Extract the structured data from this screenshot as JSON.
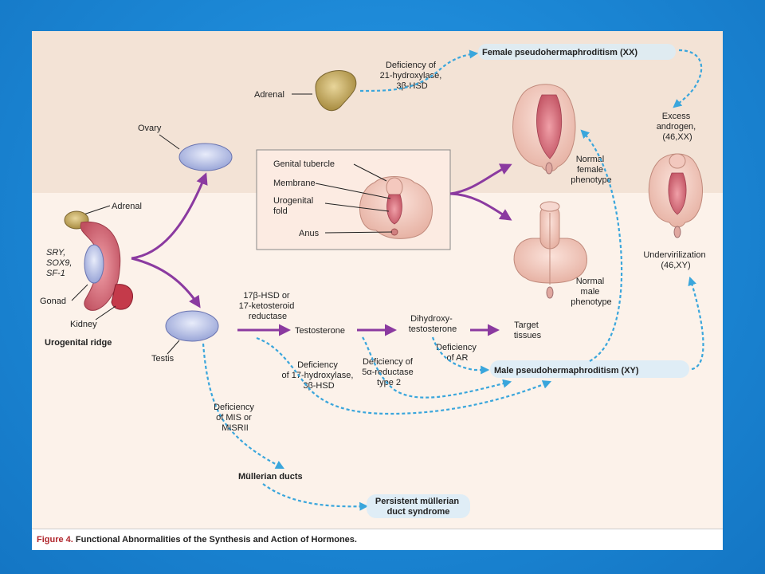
{
  "colors": {
    "purple": "#8b3aa0",
    "blue_dashed": "#3aa6dc",
    "top_band": "#f3e3d6",
    "bottom_band": "#fcf2ea",
    "caption_red": "#b0262c"
  },
  "labels": {
    "adrenal_top": "Adrenal",
    "deficiency_21": [
      "Deficiency of",
      "21-hydroxylase,",
      "3β-HSD"
    ],
    "female_pseudo": "Female pseudohermaphroditism (XX)",
    "ovary": "Ovary",
    "genital_tubercle": "Genital tubercle",
    "membrane": "Membrane",
    "urogenital_fold": [
      "Urogenital",
      "fold"
    ],
    "anus": "Anus",
    "normal_female": [
      "Normal",
      "female",
      "phenotype"
    ],
    "excess_androgen": [
      "Excess",
      "androgen,",
      "(46,XX)"
    ],
    "adrenal_left": "Adrenal",
    "sry": [
      "SRY,",
      "SOX9,",
      "SF-1"
    ],
    "gonad": "Gonad",
    "kidney": "Kidney",
    "urogenital_ridge": "Urogenital ridge",
    "normal_male": [
      "Normal",
      "male",
      "phenotype"
    ],
    "undervirilization": [
      "Undervirilization",
      "(46,XY)"
    ],
    "hsd17": [
      "17β-HSD or",
      "17-ketosteroid",
      "reductase"
    ],
    "testosterone": "Testosterone",
    "dihydrotestosterone": [
      "Dihydroxy-",
      "testosterone"
    ],
    "target_tissues": [
      "Target",
      "tissues"
    ],
    "testis": "Testis",
    "deficiency_17": [
      "Deficiency",
      "of 17-hydroxylase,",
      "3β-HSD"
    ],
    "deficiency_5a": [
      "Deficiency of",
      "5α-reductase",
      "type 2"
    ],
    "deficiency_ar": [
      "Deficiency",
      "of AR"
    ],
    "male_pseudo": "Male pseudohermaphroditism (XY)",
    "deficiency_mis": [
      "Deficiency",
      "of MIS or",
      "MISRII"
    ],
    "mullerian_ducts": "Müllerian ducts",
    "persistent": [
      "Persistent müllerian",
      "duct syndrome"
    ]
  },
  "caption": {
    "figure": "Figure 4.",
    "title": "Functional Abnormalities of the Synthesis and Action of Hormones."
  }
}
